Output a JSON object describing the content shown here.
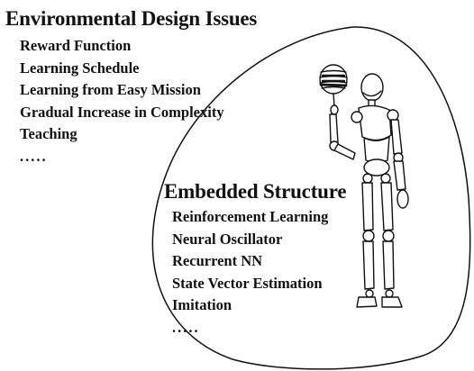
{
  "environment": {
    "title": "Environmental Design Issues",
    "items": [
      "Reward Function",
      "Learning Schedule",
      "Learning from Easy Mission",
      "Gradual Increase in Complexity",
      "Teaching",
      "....."
    ]
  },
  "embedded": {
    "title": "Embedded Structure",
    "items": [
      "Reinforcement Learning",
      "Neural Oscillator",
      "Recurrent NN",
      "State Vector Estimation",
      "Imitation",
      "....."
    ]
  },
  "figure": {
    "icon": "robot-figure-spinning-ball-icon",
    "stroke_color": "#111111"
  }
}
